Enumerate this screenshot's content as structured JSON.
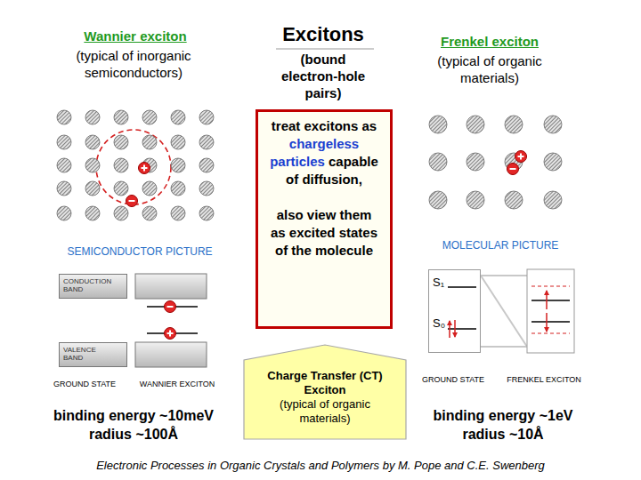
{
  "diagram": {
    "title": "Excitons",
    "caption": "Electronic Processes in Organic Crystals and Polymers by M. Pope and C.E. Swenberg",
    "nodes": [
      {
        "text": [
          "treat excitons as",
          "chargeless particles",
          "capable of diffusion,",
          "also view them as excited states of the molecule"
        ]
      },
      {
        "text": [
          "CONDUCTION BAND"
        ]
      },
      {
        "text": [
          "S₁",
          "S₀"
        ]
      },
      {
        "text": [
          "VALENCE BAND"
        ]
      },
      {
        "text": [
          "Charge Transfer (CT) Exciton",
          "(typical of organic materials)"
        ]
      }
    ],
    "labels": [
      "Wannier exciton",
      "(typical of inorganic semiconductors)",
      "(bound electron-hole pairs)",
      "Frenkel exciton",
      "(typical of organic materials)",
      "SEMICONDUCTOR PICTURE",
      "MOLECULAR PICTURE",
      "GROUND STATE",
      "WANNIER EXCITON",
      "GROUND STATE",
      "FRENKEL EXCITON",
      "binding energy ~10meV",
      "radius ~100Å",
      "binding energy ~1eV",
      "radius ~10Å"
    ]
  }
}
